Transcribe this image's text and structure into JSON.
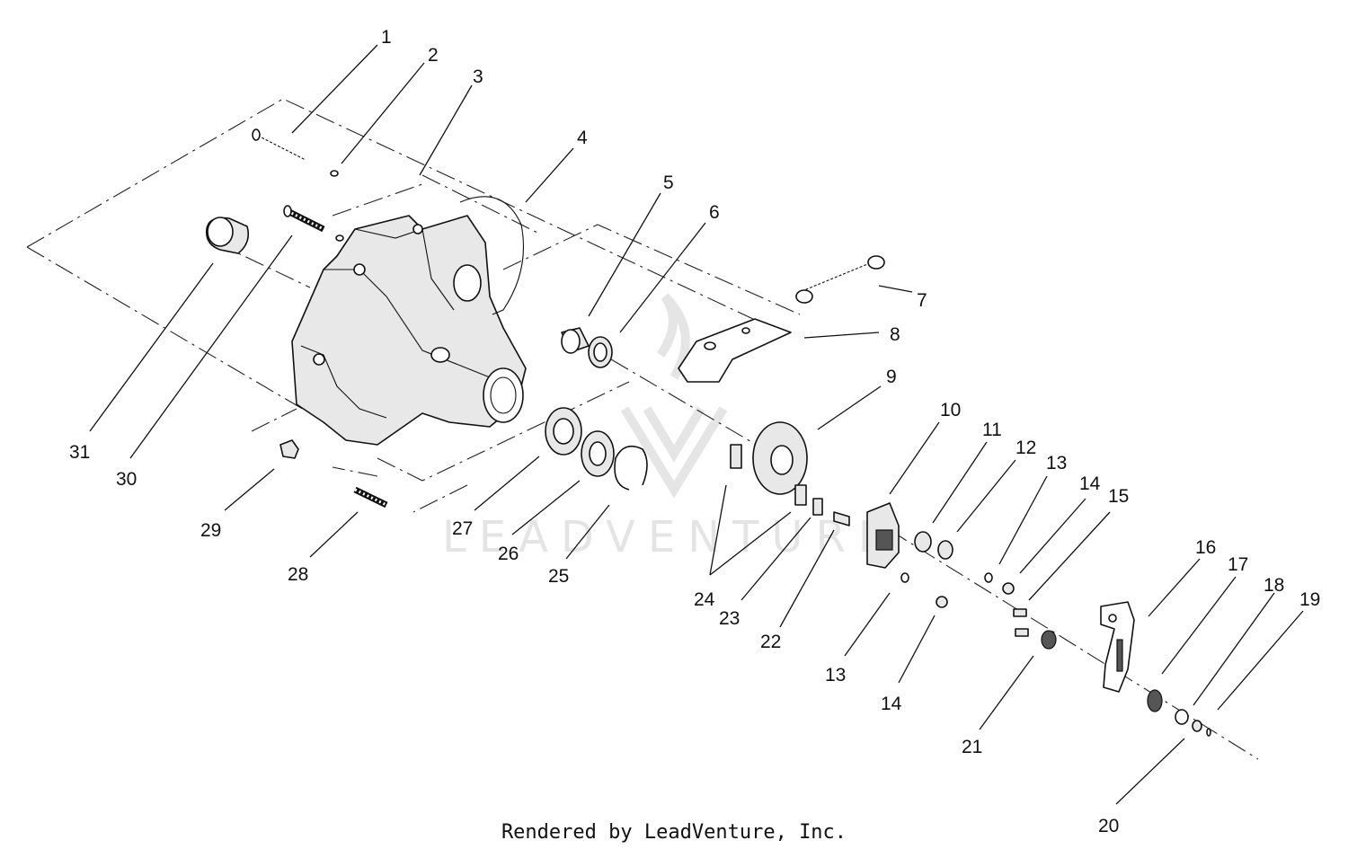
{
  "diagram": {
    "callouts": [
      {
        "id": "c1",
        "label": "1"
      },
      {
        "id": "c2",
        "label": "2"
      },
      {
        "id": "c3",
        "label": "3"
      },
      {
        "id": "c4",
        "label": "4"
      },
      {
        "id": "c5",
        "label": "5"
      },
      {
        "id": "c6",
        "label": "6"
      },
      {
        "id": "c7",
        "label": "7"
      },
      {
        "id": "c8",
        "label": "8"
      },
      {
        "id": "c9",
        "label": "9"
      },
      {
        "id": "c10",
        "label": "10"
      },
      {
        "id": "c11",
        "label": "11"
      },
      {
        "id": "c12",
        "label": "12"
      },
      {
        "id": "c13a",
        "label": "13"
      },
      {
        "id": "c14a",
        "label": "14"
      },
      {
        "id": "c15",
        "label": "15"
      },
      {
        "id": "c16",
        "label": "16"
      },
      {
        "id": "c17",
        "label": "17"
      },
      {
        "id": "c18",
        "label": "18"
      },
      {
        "id": "c19",
        "label": "19"
      },
      {
        "id": "c20",
        "label": "20"
      },
      {
        "id": "c21",
        "label": "21"
      },
      {
        "id": "c22",
        "label": "22"
      },
      {
        "id": "c23",
        "label": "23"
      },
      {
        "id": "c24",
        "label": "24"
      },
      {
        "id": "c25",
        "label": "25"
      },
      {
        "id": "c26",
        "label": "26"
      },
      {
        "id": "c27",
        "label": "27"
      },
      {
        "id": "c28",
        "label": "28"
      },
      {
        "id": "c29",
        "label": "29"
      },
      {
        "id": "c30",
        "label": "30"
      },
      {
        "id": "c31",
        "label": "31"
      },
      {
        "id": "c13b",
        "label": "13"
      },
      {
        "id": "c14b",
        "label": "14"
      }
    ],
    "watermark_text": "LEADVENTURE"
  },
  "footer": {
    "credit": "Rendered by LeadVenture, Inc."
  }
}
